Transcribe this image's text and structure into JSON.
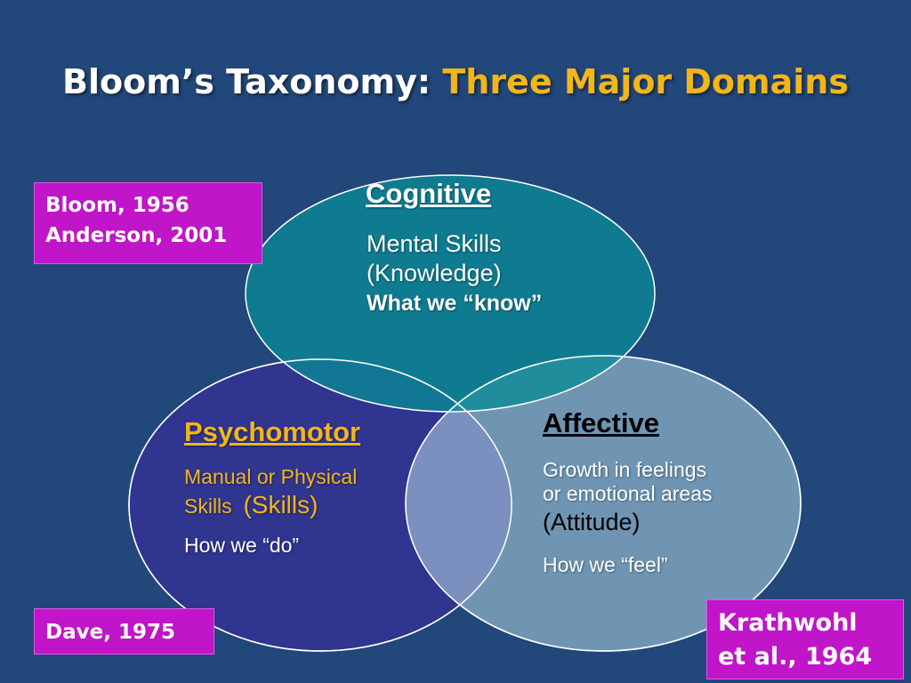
{
  "title": {
    "main": "Bloom’s Taxonomy: ",
    "accent": "Three Major Domains"
  },
  "colors": {
    "background": "#22477a",
    "accent": "#f2b619",
    "reference_box": "#c015c8",
    "cognitive_fill": "#137586",
    "psychomotor_fill": "#303590",
    "affective_fill": "#6f95b3"
  },
  "domains": {
    "cognitive": {
      "heading": "Cognitive",
      "line1": "Mental Skills",
      "line2": "(Knowledge)",
      "line3": "What we “know”"
    },
    "psychomotor": {
      "heading": "Psychomotor",
      "line1": "Manual or Physical",
      "line2a": "Skills",
      "line2b": "(Skills)",
      "line3": "How we “do”"
    },
    "affective": {
      "heading": "Affective",
      "line1": "Growth in feelings",
      "line2": "or emotional areas",
      "line3": "(Attitude)",
      "line4": "How we “feel”"
    }
  },
  "references": {
    "cognitive": [
      "Bloom, 1956",
      "Anderson, 2001"
    ],
    "psychomotor": [
      "Dave, 1975"
    ],
    "affective": [
      "Krathwohl",
      "et al., 1964"
    ]
  }
}
